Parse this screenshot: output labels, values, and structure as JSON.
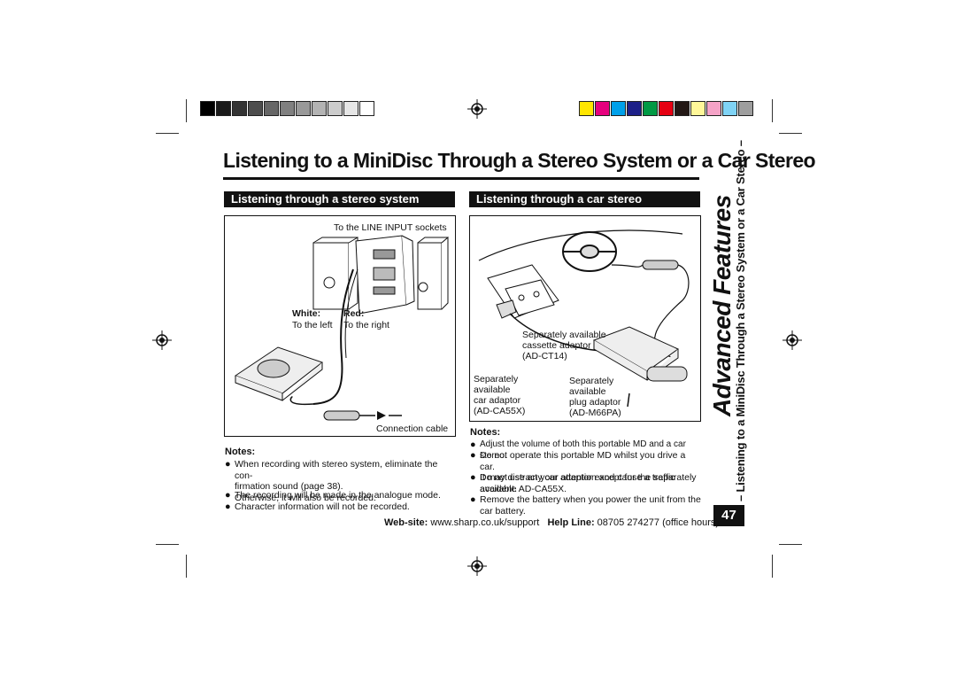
{
  "page": {
    "title": "Listening to a MiniDisc Through a Stereo System or a Car Stereo",
    "page_number": "47"
  },
  "sidebar": {
    "big_label": "Advanced Features",
    "sub_label": "– Listening to a MiniDisc Through a Stereo System or a Car Stereo –"
  },
  "stereo": {
    "heading": "Listening through a stereo system",
    "label_line_input": "To the LINE INPUT sockets",
    "label_white": "White:",
    "label_red": "Red:",
    "label_left": "To the left",
    "label_right": "To the right",
    "label_cable": "Connection cable",
    "notes_heading": "Notes:",
    "notes": [
      {
        "lines": [
          "When recording with stereo system, eliminate the con-",
          "firmation sound (page 38).",
          "Otherwise, it will also be recorded."
        ]
      },
      {
        "lines": [
          "The recording will be made in the analogue mode."
        ]
      },
      {
        "lines": [
          "Character information will not be recorded."
        ]
      }
    ]
  },
  "car": {
    "heading": "Listening through a car stereo",
    "label_cassette": [
      "Separately available",
      "cassette adaptor",
      "(AD-CT14)"
    ],
    "label_car_adaptor": [
      "Separately",
      "available",
      "car adaptor",
      "(AD-CA55X)"
    ],
    "label_plug_adaptor": [
      "Separately",
      "available",
      "plug adaptor",
      "(AD-M66PA)"
    ],
    "notes_heading": "Notes:",
    "notes": [
      {
        "lines": [
          "Adjust the volume of both this portable MD and a car stereo."
        ]
      },
      {
        "lines": [
          "Do not operate this portable MD whilst you drive a car.",
          "It may distract your attention and cause a traffic accident."
        ]
      },
      {
        "lines": [
          "Do not use any car adaptor except for the separately",
          "available AD-CA55X."
        ]
      },
      {
        "lines": [
          "Remove the battery when you power the unit from the",
          "car battery."
        ]
      }
    ]
  },
  "footer": {
    "web_label": "Web-site:",
    "web_value": "www.sharp.co.uk/support",
    "help_label": "Help Line:",
    "help_value": "08705 274277 (office hours)"
  },
  "colors": {
    "gray_strip": [
      "#000000",
      "#1a1a1a",
      "#333333",
      "#4d4d4d",
      "#666666",
      "#808080",
      "#999999",
      "#b3b3b3",
      "#cccccc",
      "#e6e6e6",
      "#ffffff"
    ],
    "color_strip": [
      "#ffe600",
      "#e6007e",
      "#00a0e9",
      "#1d2088",
      "#009944",
      "#e60012",
      "#231815",
      "#fff799",
      "#f5a3c7",
      "#7fd3f5",
      "#9e9e9e"
    ]
  }
}
